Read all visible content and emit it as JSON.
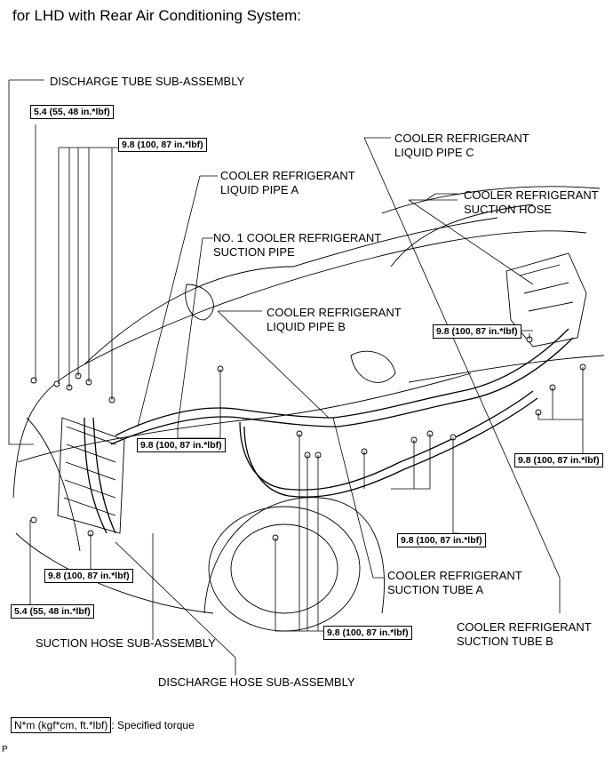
{
  "title": "for LHD with Rear Air Conditioning System:",
  "labels": {
    "discharge_tube": "DISCHARGE TUBE SUB-ASSEMBLY",
    "liquid_pipe_c_1": "COOLER REFRIGERANT",
    "liquid_pipe_c_2": "LIQUID PIPE C",
    "suction_hose_1": "COOLER REFRIGERANT",
    "suction_hose_2": "SUCTION HOSE",
    "liquid_pipe_a_1": "COOLER REFRIGERANT",
    "liquid_pipe_a_2": "LIQUID PIPE A",
    "suction_pipe_1": "NO. 1 COOLER REFRIGERANT",
    "suction_pipe_2": "SUCTION PIPE",
    "liquid_pipe_b_1": "COOLER REFRIGERANT",
    "liquid_pipe_b_2": "LIQUID PIPE B",
    "suction_tube_a_1": "COOLER REFRIGERANT",
    "suction_tube_a_2": "SUCTION TUBE A",
    "suction_tube_b_1": "COOLER REFRIGERANT",
    "suction_tube_b_2": "SUCTION TUBE B",
    "suction_hose_sub": "SUCTION HOSE SUB-ASSEMBLY",
    "discharge_hose_sub": "DISCHARGE HOSE SUB-ASSEMBLY"
  },
  "torques": {
    "t54_top": "5.4 (55, 48 in.*lbf)",
    "t98_top": "9.8 (100, 87 in.*lbf)",
    "t98_mid_left": "9.8 (100, 87 in.*lbf)",
    "t98_right_upper": "9.8 (100, 87 in.*lbf)",
    "t98_right_lower": "9.8 (100, 87 in.*lbf)",
    "t98_center": "9.8 (100, 87 in.*lbf)",
    "t98_left_lower": "9.8 (100, 87 in.*lbf)",
    "t54_bottom": "5.4 (55, 48 in.*lbf)",
    "t98_bottom": "9.8 (100, 87 in.*lbf)"
  },
  "legend": {
    "unit": "N*m (kgf*cm, ft.*lbf)",
    "text": ": Specified torque"
  },
  "footer": "P"
}
